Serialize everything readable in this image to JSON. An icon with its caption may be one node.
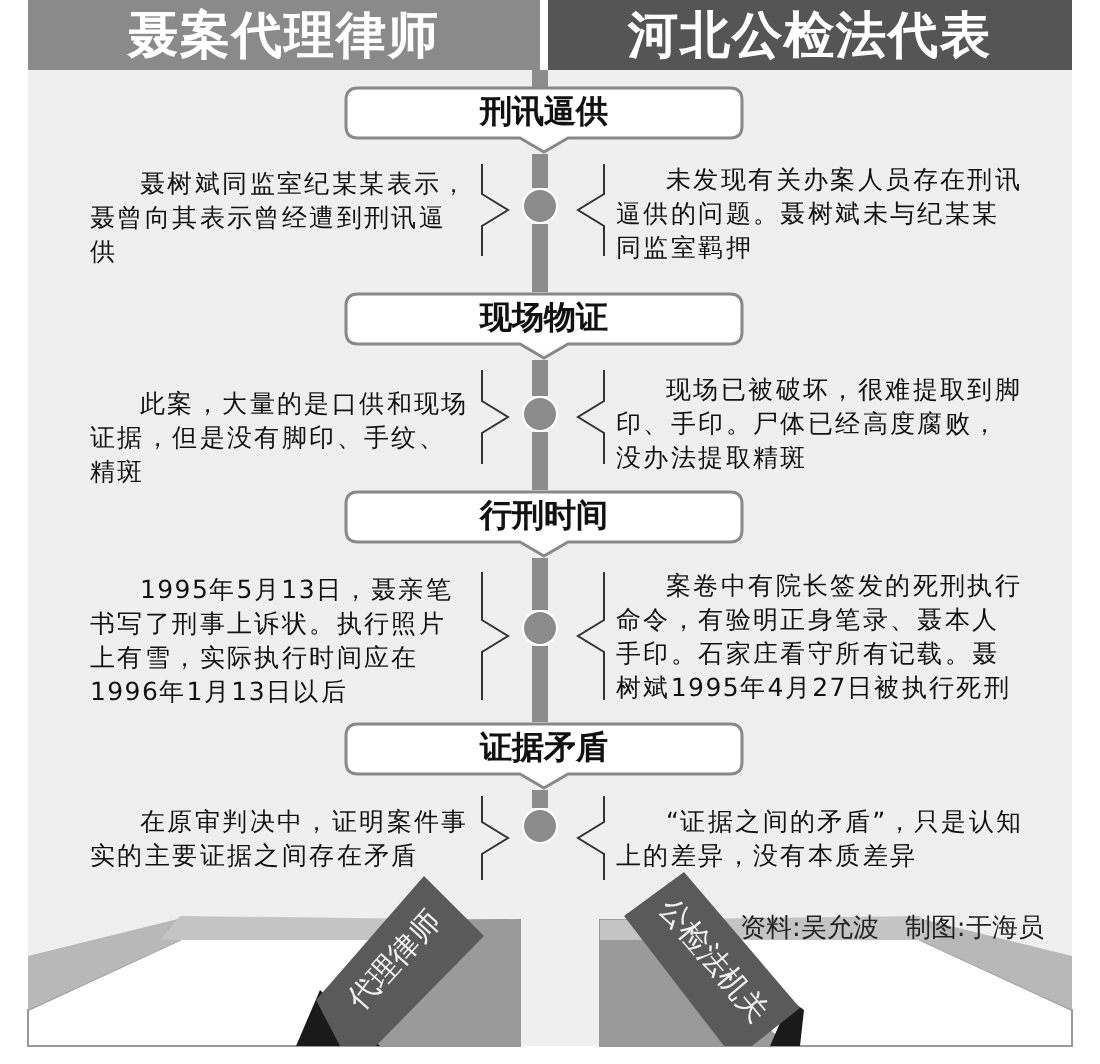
{
  "diagram": {
    "nodes": [
      {
        "text": [
          "聂案代理律师"
        ]
      },
      {
        "text": [
          "河北公检法代表"
        ]
      },
      {
        "text": [
          "刑讯逼供"
        ]
      },
      {
        "text": [],
        "shape": "circle"
      },
      {
        "text": [
          "现场物证"
        ]
      },
      {
        "text": [],
        "shape": "circle"
      },
      {
        "text": [
          "行刑时间"
        ]
      },
      {
        "text": [],
        "shape": "circle"
      },
      {
        "text": [
          "证据矛盾"
        ]
      },
      {
        "text": [],
        "shape": "circle"
      }
    ],
    "edges": [
      {
        "from": 2,
        "to": 3,
        "arrow": "none"
      },
      {
        "from": 3,
        "to": 4,
        "arrow": "none"
      },
      {
        "from": 4,
        "to": 5,
        "arrow": "none"
      },
      {
        "from": 5,
        "to": 6,
        "arrow": "none"
      },
      {
        "from": 6,
        "to": 7,
        "arrow": "none"
      },
      {
        "from": 7,
        "to": 8,
        "arrow": "none"
      },
      {
        "from": 8,
        "to": 9,
        "arrow": "none"
      }
    ],
    "labels": [
      "聂树斌同监室纪某某表示，聂曾向其表示曾经遭到刑讯逼供",
      "未发现有关办案人员存在刑讯逼供的问题。聂树斌未与纪某某同监室羁押",
      "此案，大量的是口供和现场证据，但是没有脚印、手纹、精斑",
      "现场已被破坏，很难提取到脚印、手印。尸体已经高度腐败，没办法提取精斑",
      "1995年5月13日，聂亲笔书写了刑事上诉状。执行照片上有雪，实际执行时间应在1996年1月13日以后",
      "案卷中有院长签发的死刑执行命令，有验明正身笔录、聂本人手印。石家庄看守所有记载。聂树斌1995年4月27日被执行死刑",
      "在原审判决中，证明案件事实的主要证据之间存在矛盾",
      "“证据之间的矛盾”，只是认知上的差异，没有本质差异",
      "资料:吴允波　制图:于海员",
      "代理律师",
      "公检法机关"
    ]
  }
}
